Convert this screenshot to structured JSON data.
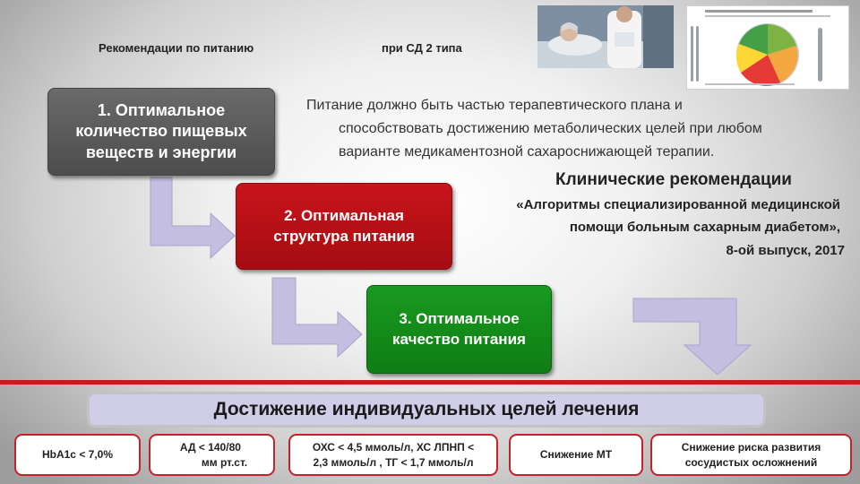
{
  "header": {
    "left_title": "Рекомендации по питанию",
    "right_title": "при СД 2 типа"
  },
  "images": {
    "photo": "patient-with-doctor-photo",
    "plate": "healthy-plate-diagram"
  },
  "steps": [
    {
      "label": "1. Оптимальное количество пищевых веществ и энергии",
      "color": "#555555"
    },
    {
      "label": "2. Оптимальная структура питания",
      "color": "#b81016"
    },
    {
      "label": "3. Оптимальное качество питания",
      "color": "#138a18"
    }
  ],
  "paragraph": {
    "line1": "Питание должно быть частью терапевтического плана и",
    "line2": "способствовать достижению метаболических целей при любом",
    "line3": "варианте медикаментозной сахароснижающей терапии."
  },
  "reference": {
    "title": "Клинические рекомендации",
    "line1": "«Алгоритмы специализированной медицинской",
    "line2": "помощи больным сахарным диабетом»,",
    "line3": "8-ой выпуск, 2017"
  },
  "goal": {
    "label": "Достижение индивидуальных целей лечения"
  },
  "targets": [
    {
      "line1": "HbA1c < 7,0%"
    },
    {
      "line1": "АД < 140/80",
      "line2": "мм рт.ст."
    },
    {
      "line1": "ОХС < 4,5 ммоль/л, ХС ЛПНП <",
      "line2": "2,3 ммоль/л , ТГ < 1,7 ммоль/л"
    },
    {
      "line1": "Снижение МТ"
    },
    {
      "line1": "Снижение риска развития",
      "line2": "сосудистых осложнений"
    }
  ],
  "colors": {
    "accent_red": "#c81a1e",
    "arrow": "#c4bfe0",
    "goal_bg": "#cfcde8"
  }
}
